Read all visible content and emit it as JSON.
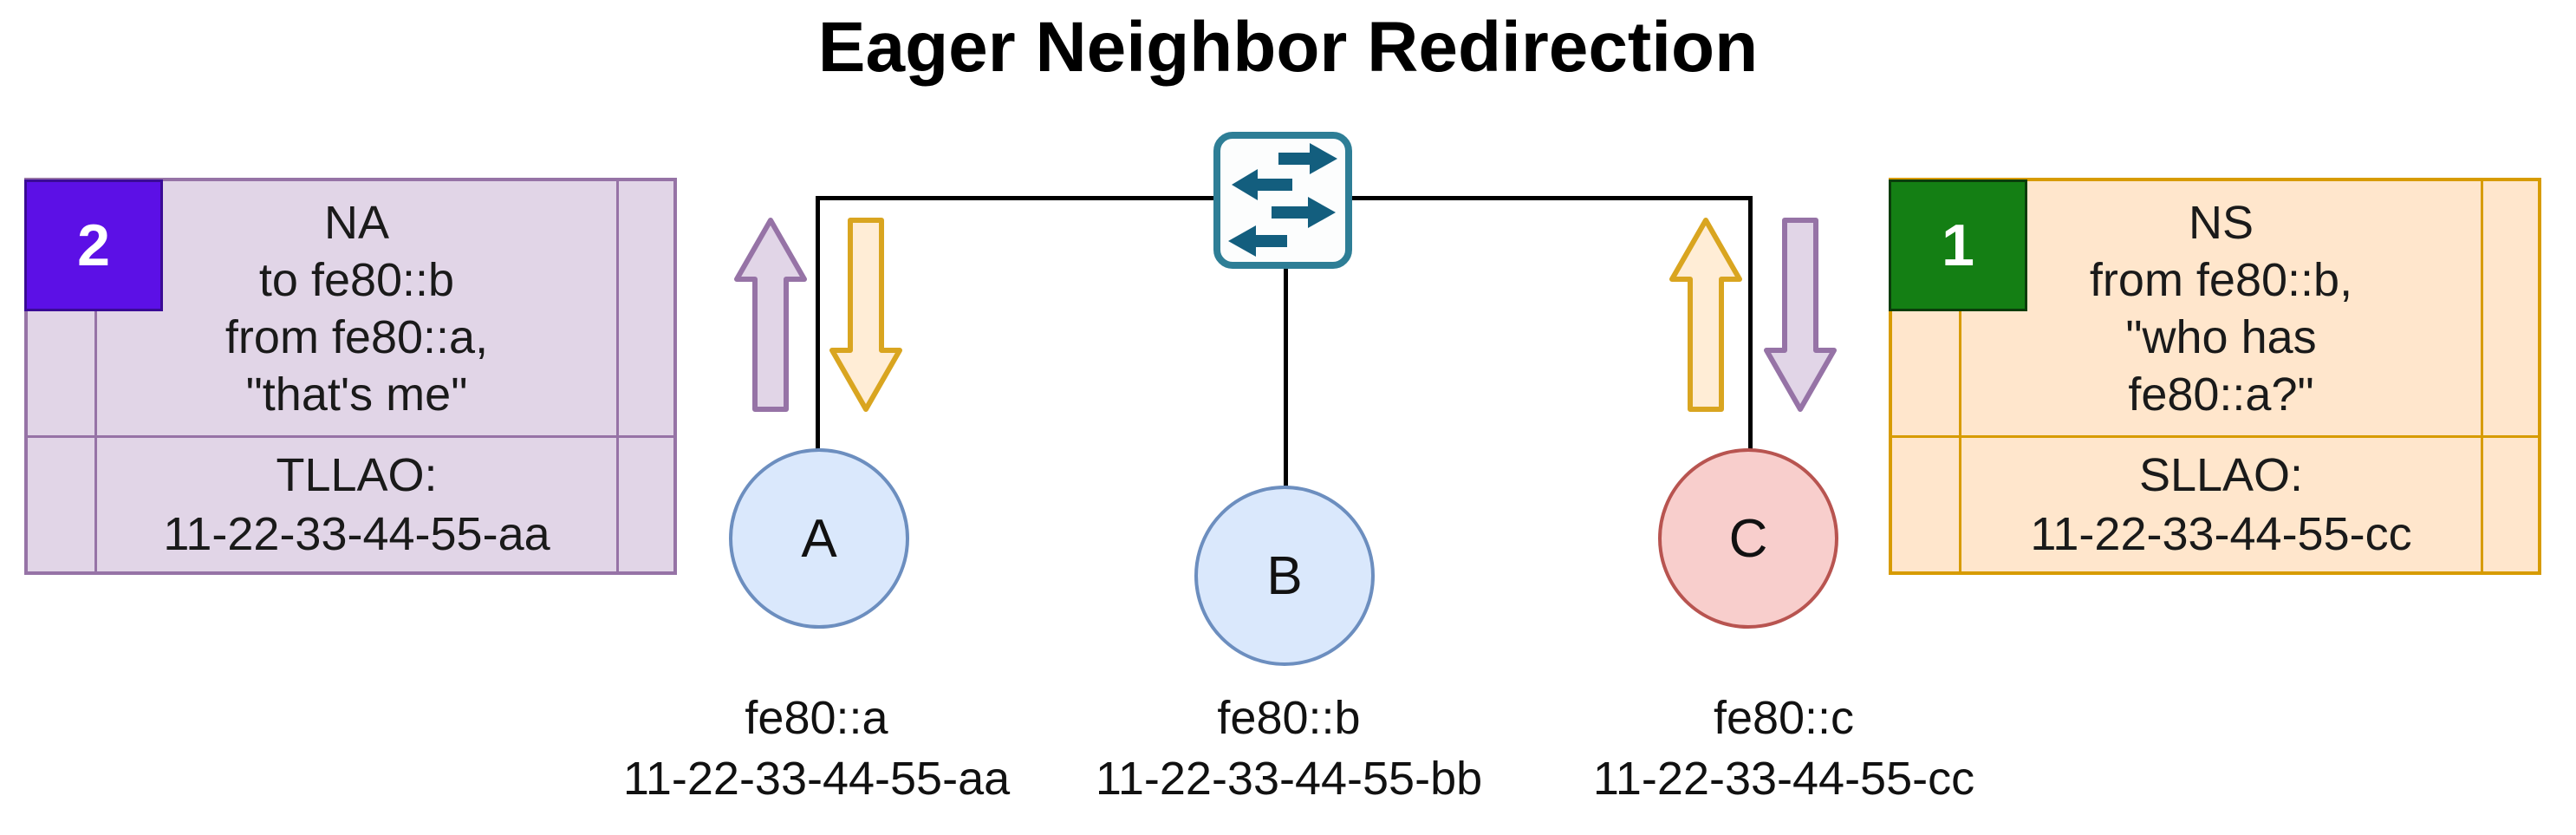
{
  "title": "Eager Neighbor Redirection",
  "notes": {
    "left": {
      "badge": "2",
      "message_lines": [
        "NA",
        "to fe80::b",
        "from fe80::a,",
        "\"that's me\""
      ],
      "option_lines": [
        "TLLAO:",
        "11-22-33-44-55-aa"
      ],
      "fill": "#E1D5E7",
      "stroke": "#9673A6",
      "badge_color": "#5C10E6"
    },
    "right": {
      "badge": "1",
      "message_lines": [
        "NS",
        "from fe80::b,",
        "\"who has",
        "fe80::a?\""
      ],
      "option_lines": [
        "SLLAO:",
        "11-22-33-44-55-cc"
      ],
      "fill": "#FFE6CC",
      "stroke": "#D79B00",
      "badge_color": "#147F14"
    }
  },
  "nodes": [
    {
      "label": "A",
      "ip": "fe80::a",
      "mac": "11-22-33-44-55-aa",
      "fill": "#DAE8FC",
      "stroke": "#6C8EBF"
    },
    {
      "label": "B",
      "ip": "fe80::b",
      "mac": "11-22-33-44-55-bb",
      "fill": "#DAE8FC",
      "stroke": "#6C8EBF"
    },
    {
      "label": "C",
      "ip": "fe80::c",
      "mac": "11-22-33-44-55-cc",
      "fill": "#F8CECC",
      "stroke": "#B85450"
    }
  ],
  "icons": {
    "switch": "network-switch-icon",
    "arrows": [
      "up-arrow-purple-at-a",
      "down-arrow-orange-at-a",
      "up-arrow-orange-at-c",
      "down-arrow-purple-at-c"
    ],
    "arrow_purple_fill": "#E1D5E7",
    "arrow_purple_stroke": "#9673A6",
    "arrow_orange_fill": "#FFEDD6",
    "arrow_orange_stroke": "#D9A520",
    "switch_stroke": "#2E7E96",
    "switch_glyph_color": "#135E7E",
    "wire_color": "#000000"
  }
}
